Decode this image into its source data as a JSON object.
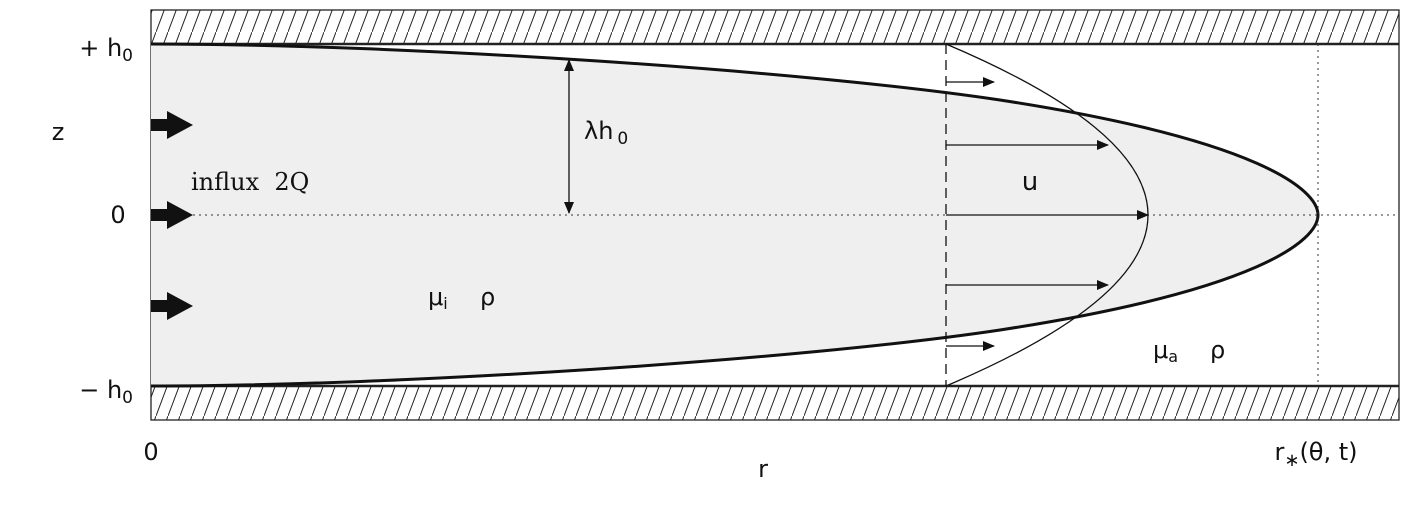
{
  "axes": {
    "z_label": "z",
    "r_label": "r",
    "tick_plus_h0": "+ h",
    "tick_minus_h0": "− h",
    "h_subscript": "0",
    "tick_zero": "0",
    "tick_r0": "0",
    "r_front_main": "r",
    "r_front_sub": "∗",
    "r_front_args": "(θ, t)"
  },
  "labels": {
    "influx": "influx  2Q",
    "lambda": "λh",
    "lambda_sub": "0",
    "velocity": "u",
    "inner_mu": "μ",
    "inner_mu_sub": "i",
    "inner_rho": "ρ",
    "ambient_mu": "μ",
    "ambient_mu_sub": "a",
    "ambient_rho": "ρ"
  },
  "colors": {
    "fluid_fill": "#efefef",
    "wall_line": "#222222",
    "interface": "#111111"
  },
  "icons": [
    "influx-arrow-icon",
    "dimension-arrow-icon",
    "velocity-arrow-icon"
  ]
}
